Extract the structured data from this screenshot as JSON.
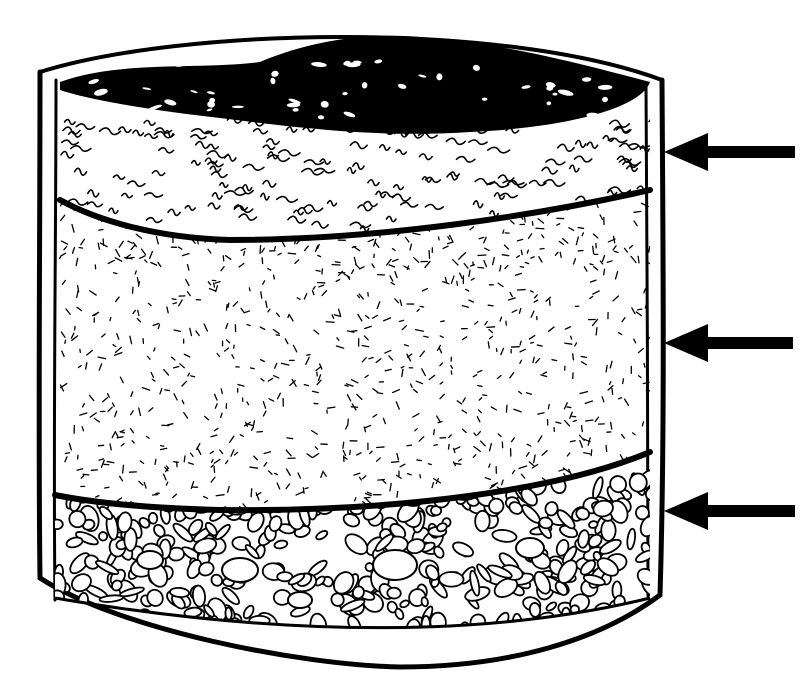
{
  "diagram": {
    "subject": "soil-layers-cross-section",
    "layers": [
      {
        "id": "topsoil",
        "pattern": "solid-dark"
      },
      {
        "id": "subsoil",
        "pattern": "dashes"
      },
      {
        "id": "sand",
        "pattern": "fine-specks"
      },
      {
        "id": "gravel",
        "pattern": "pebbles"
      }
    ],
    "pointer_arrows": [
      "arrow-to-subsoil",
      "arrow-to-sand",
      "arrow-to-gravel"
    ],
    "colors": {
      "ink": "#000000",
      "paper": "#ffffff"
    }
  }
}
